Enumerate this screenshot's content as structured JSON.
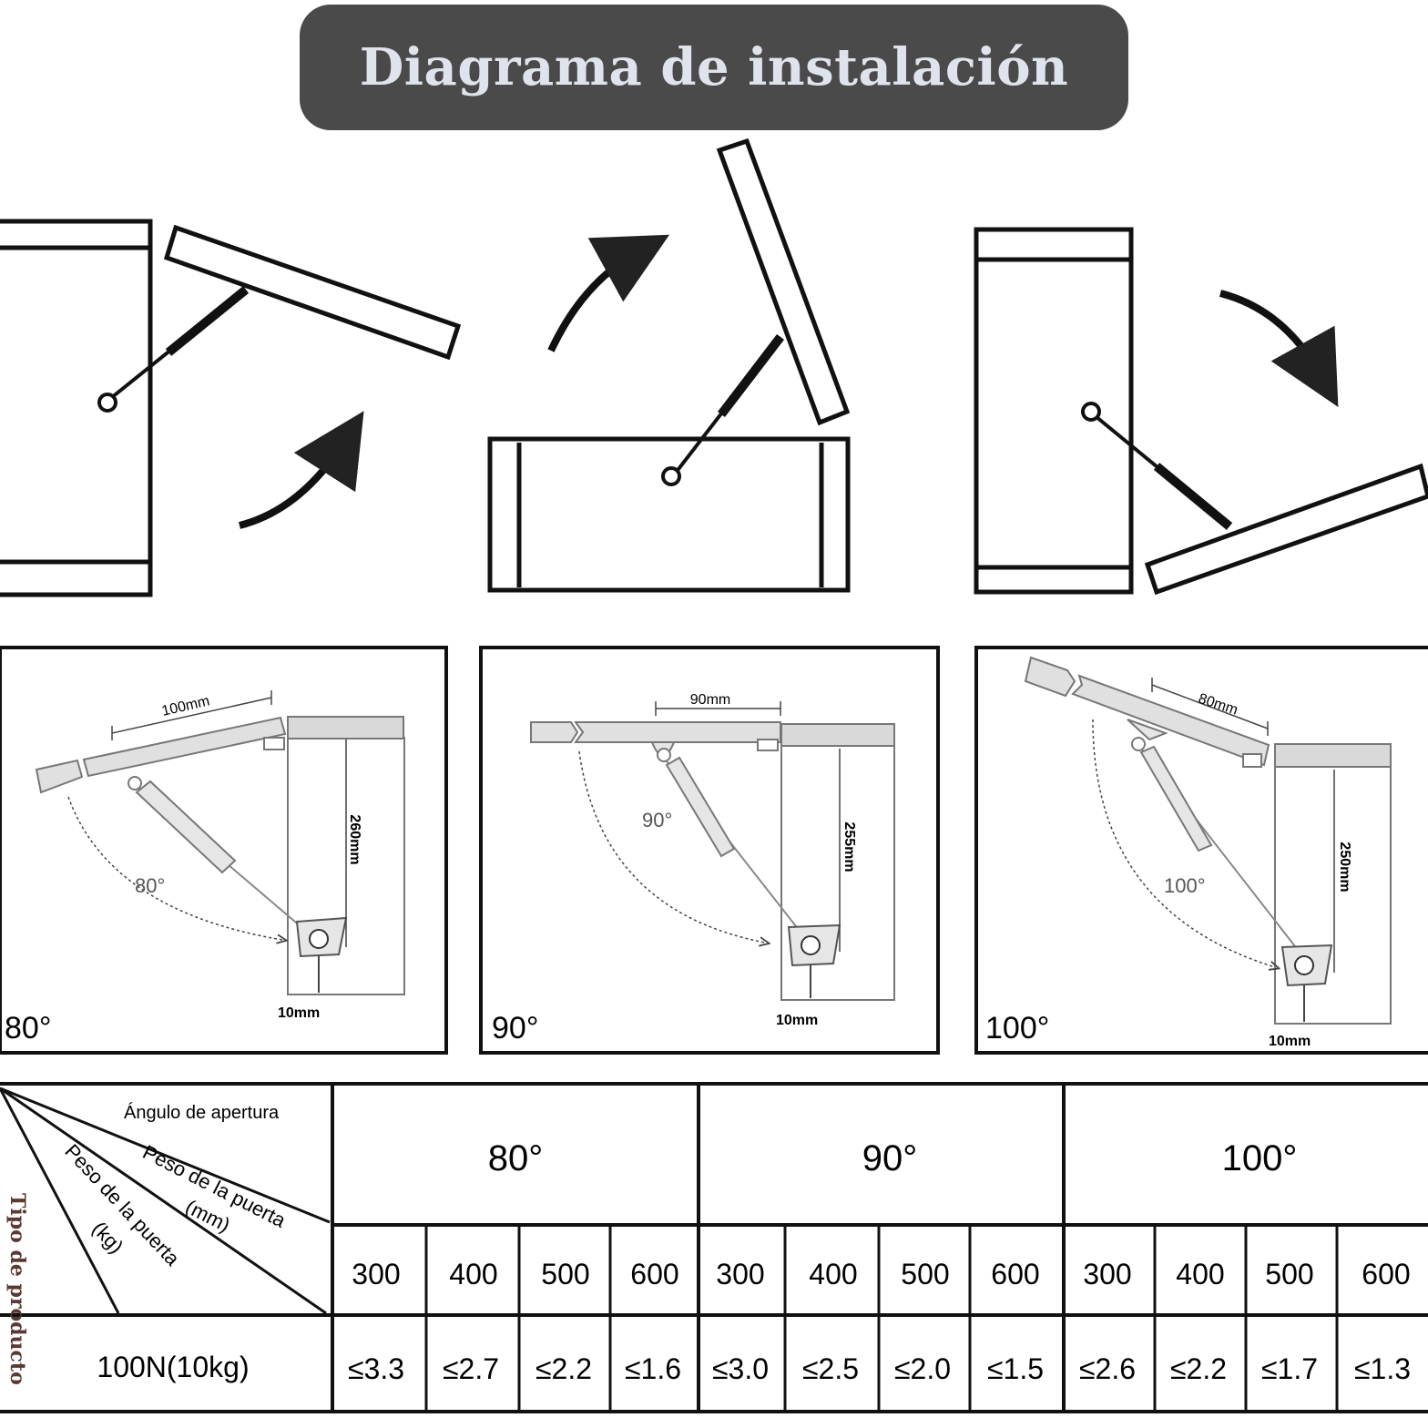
{
  "header": {
    "title": "Diagrama de instalación"
  },
  "panels": [
    {
      "angle_label": "80°",
      "arc_label": "80°",
      "width_dim": "100mm",
      "height_dim": "260mm",
      "offset_dim": "10mm"
    },
    {
      "angle_label": "90°",
      "arc_label": "90°",
      "width_dim": "90mm",
      "height_dim": "255mm",
      "offset_dim": "10mm"
    },
    {
      "angle_label": "100°",
      "arc_label": "100°",
      "width_dim": "80mm",
      "height_dim": "250mm",
      "offset_dim": "10mm"
    }
  ],
  "table": {
    "corner": {
      "opening_angle": "Ángulo de apertura",
      "door_height": "Peso de la puerta",
      "door_height_unit": "(mm)",
      "door_weight": "Peso de la puerta",
      "door_weight_unit": "(kg)",
      "product_type": "Tipo de producto"
    },
    "angles": [
      "80°",
      "90°",
      "100°"
    ],
    "sizes": [
      "300",
      "400",
      "500",
      "600",
      "300",
      "400",
      "500",
      "600",
      "300",
      "400",
      "500",
      "600"
    ],
    "row_label": "100N(10kg)",
    "values": [
      "≤3.3",
      "≤2.7",
      "≤2.2",
      "≤1.6",
      "≤3.0",
      "≤2.5",
      "≤2.0",
      "≤1.5",
      "≤2.6",
      "≤2.2",
      "≤1.7",
      "≤1.3"
    ]
  }
}
